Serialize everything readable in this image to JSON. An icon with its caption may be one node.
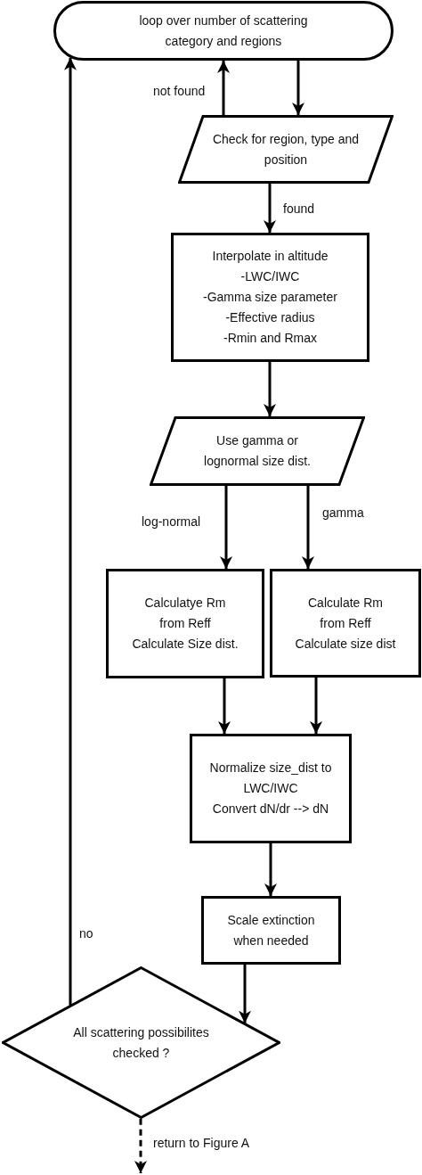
{
  "diagram": {
    "nodes": [
      {
        "text": [
          "loop over number of scattering category and regions"
        ]
      },
      {
        "text": [
          "Check for region, type and position"
        ]
      },
      {
        "text": [
          "Interpolate in altitude",
          "-LWC/IWC",
          "-Gamma size parameter",
          "-Effective radius",
          "-Rmin and Rmax"
        ]
      },
      {
        "text": [
          "Use gamma or lognormal size dist."
        ]
      },
      {
        "text": [
          "Calculatye Rm from Reff",
          "Calculate Size dist."
        ]
      },
      {
        "text": [
          "Calculate Rm from Reff",
          "Calculate size dist"
        ]
      },
      {
        "text": [
          "Normalize size_dist to LWC/IWC",
          "Convert dN/dr --> dN"
        ]
      },
      {
        "text": [
          "Scale extinction when needed"
        ]
      },
      {
        "text": [
          "All scattering possibilites checked ?"
        ]
      }
    ],
    "edges": [
      {
        "from": 0,
        "to": 1,
        "arrow": "to"
      },
      {
        "from": 1,
        "to": 0,
        "arrow": "to",
        "label": "not found"
      },
      {
        "from": 1,
        "to": 2,
        "arrow": "to",
        "label": "found"
      },
      {
        "from": 2,
        "to": 3,
        "arrow": "to"
      },
      {
        "from": 3,
        "to": 4,
        "arrow": "to",
        "label": "log-normal"
      },
      {
        "from": 3,
        "to": 5,
        "arrow": "to",
        "label": "gamma"
      },
      {
        "from": 4,
        "to": 6,
        "arrow": "to"
      },
      {
        "from": 5,
        "to": 6,
        "arrow": "to"
      },
      {
        "from": 6,
        "to": 7,
        "arrow": "to"
      },
      {
        "from": 7,
        "to": 8,
        "arrow": "to"
      },
      {
        "from": 8,
        "to": 0,
        "arrow": "to",
        "label": "no"
      },
      {
        "from": 8,
        "to": null,
        "arrow": "to",
        "label": "return to Figure A",
        "style": "dashed"
      }
    ]
  }
}
